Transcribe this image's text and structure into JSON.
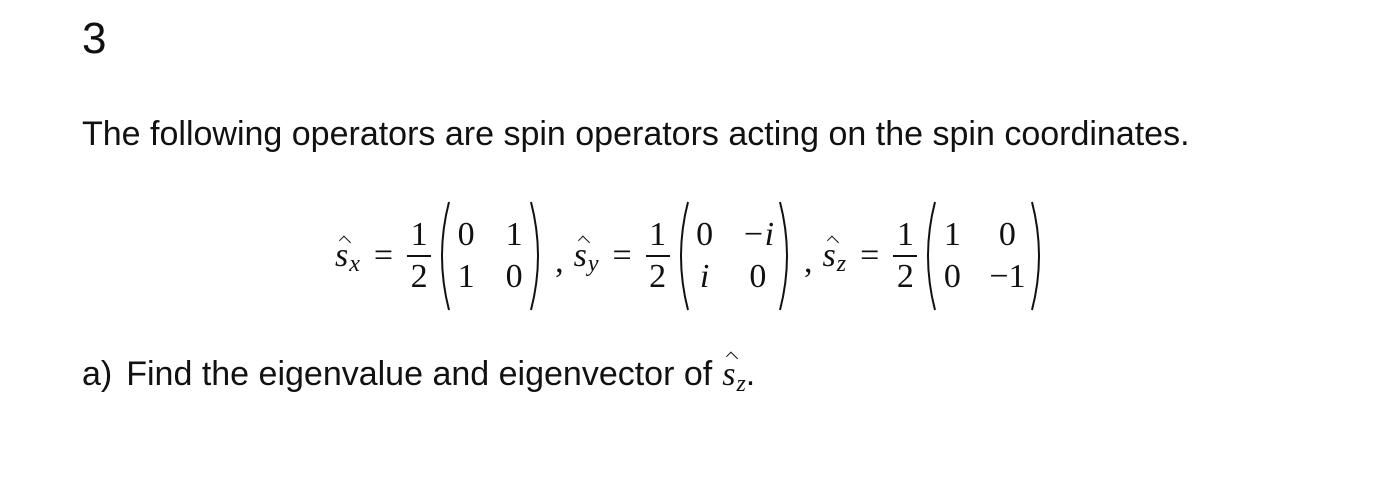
{
  "problem": {
    "number": "3",
    "intro": "The following operators are spin operators acting on the spin coordinates.",
    "operators": [
      {
        "symbol": "s",
        "subscript": "x",
        "coefficient": {
          "numerator": "1",
          "denominator": "2"
        },
        "matrix": [
          [
            "0",
            "1"
          ],
          [
            "1",
            "0"
          ]
        ],
        "separator": ","
      },
      {
        "symbol": "s",
        "subscript": "y",
        "coefficient": {
          "numerator": "1",
          "denominator": "2"
        },
        "matrix": [
          [
            "0",
            "−i"
          ],
          [
            "i",
            "0"
          ]
        ],
        "separator": ","
      },
      {
        "symbol": "s",
        "subscript": "z",
        "coefficient": {
          "numerator": "1",
          "denominator": "2"
        },
        "matrix": [
          [
            "1",
            "0"
          ],
          [
            "0",
            "−1"
          ]
        ],
        "separator": ""
      }
    ],
    "equals": "=",
    "question": {
      "marker": "a)",
      "text": "Find the eigenvalue and eigenvector of",
      "symbol": "s",
      "subscript": "z",
      "end": "."
    }
  }
}
